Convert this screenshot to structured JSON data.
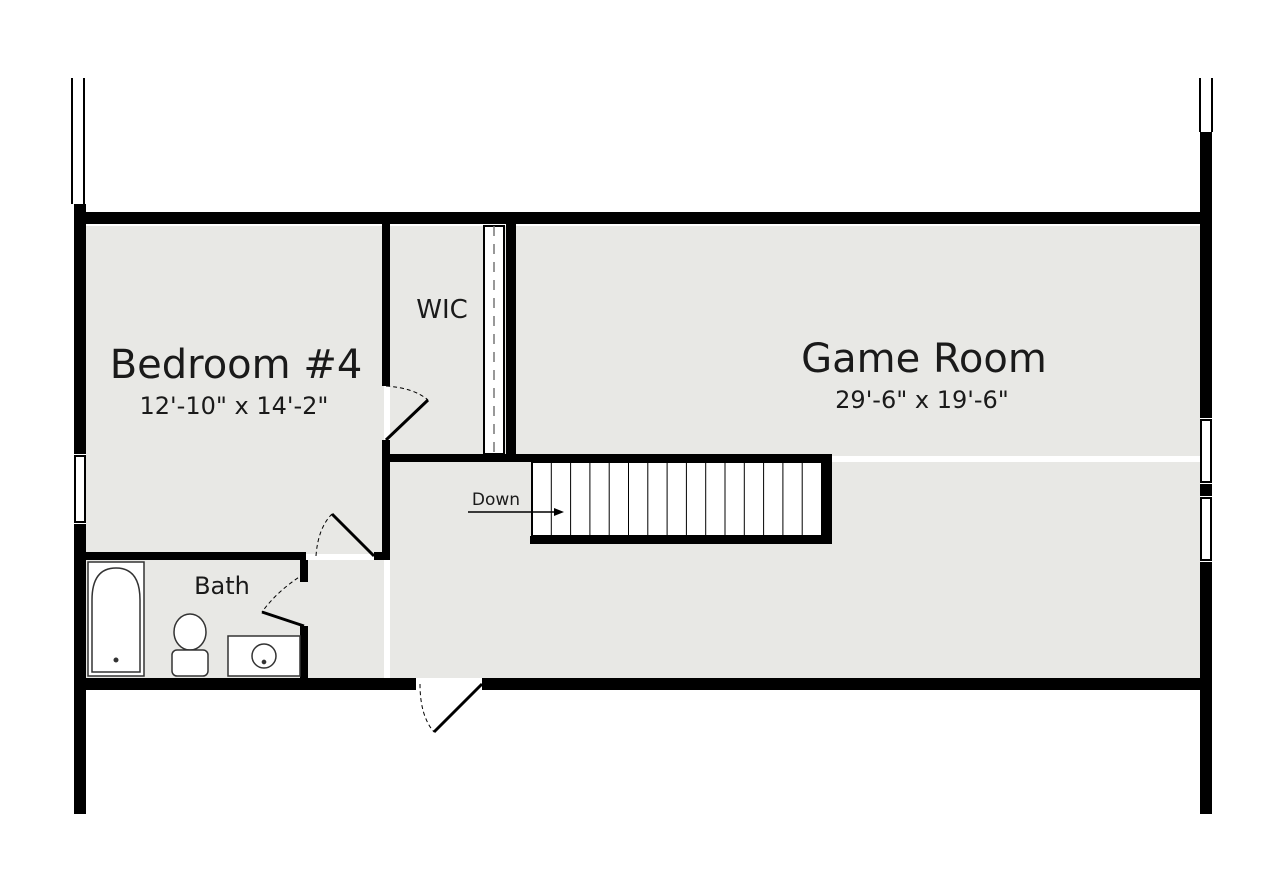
{
  "rooms": {
    "bedroom": {
      "name": "Bedroom #4",
      "dimensions": "12'-10\" x 14'-2\""
    },
    "game_room": {
      "name": "Game Room",
      "dimensions": "29'-6\" x 19'-6\""
    },
    "wic": {
      "name": "WIC"
    },
    "bath": {
      "name": "Bath"
    }
  },
  "stairs": {
    "label": "Down"
  },
  "colors": {
    "floor": "#e8e8e5",
    "wall": "#000000",
    "background": "#ffffff"
  }
}
